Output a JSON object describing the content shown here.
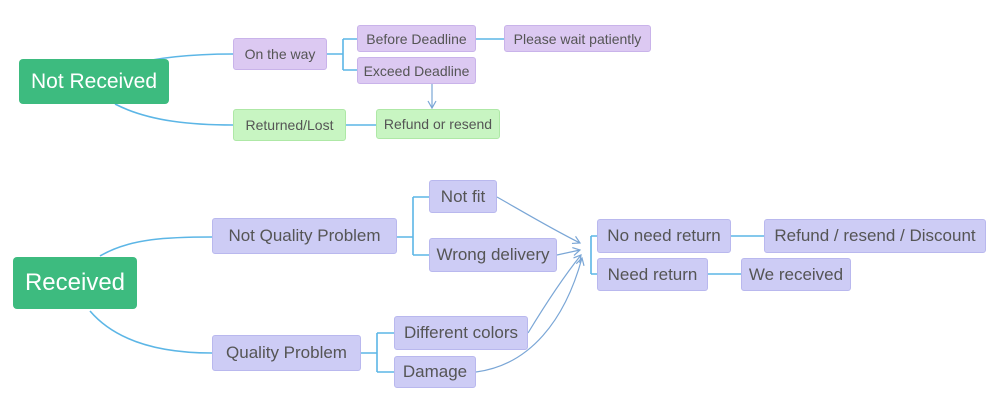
{
  "colors": {
    "root": "#3dbb7f",
    "purple": "#dcc9f2",
    "green": "#c8f5c2",
    "lavender": "#cdccf5",
    "connector": "#5cb6e6",
    "arrow": "#7aa6d6"
  },
  "not_received": {
    "root": "Not Received",
    "on_the_way": "On the way",
    "before_deadline": "Before Deadline",
    "please_wait": "Please wait patiently",
    "exceed_deadline": "Exceed Deadline",
    "returned_lost": "Returned/Lost",
    "refund_or_resend": "Refund or resend"
  },
  "received": {
    "root": "Received",
    "not_quality_problem": "Not Quality Problem",
    "not_fit": "Not fit",
    "wrong_delivery": "Wrong delivery",
    "quality_problem": "Quality Problem",
    "different_colors": "Different colors",
    "damage": "Damage",
    "no_need_return": "No need return",
    "refund_resend_discount": "Refund / resend / Discount",
    "need_return": "Need return",
    "we_received": "We received"
  }
}
